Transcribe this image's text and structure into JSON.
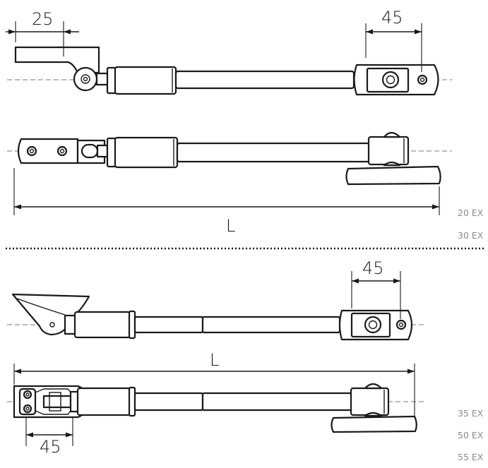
{
  "top_group": {
    "dim_left": "25",
    "dim_right": "45",
    "dim_length": "L",
    "models": [
      "20 EX",
      "30 EX"
    ]
  },
  "bottom_group": {
    "dim_right": "45",
    "dim_length": "L",
    "dim_bottom": "45",
    "models": [
      "35 EX",
      "50 EX",
      "55 EX"
    ]
  }
}
